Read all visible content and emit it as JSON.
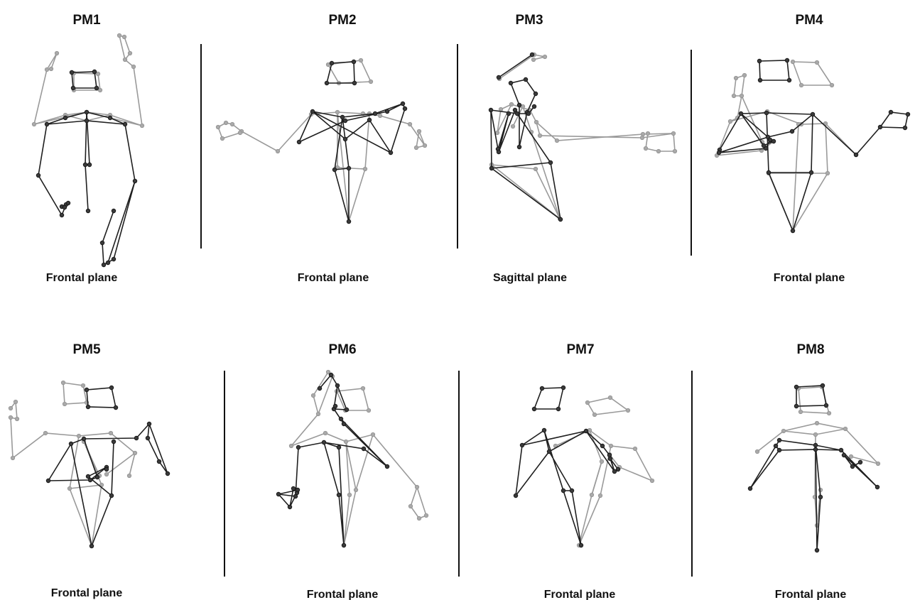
{
  "panels": [
    {
      "id": "pm1",
      "title": "PM1",
      "plane": "Frontal plane"
    },
    {
      "id": "pm2",
      "title": "PM2",
      "plane": "Frontal plane"
    },
    {
      "id": "pm3",
      "title": "PM3",
      "plane": "Sagittal plane"
    },
    {
      "id": "pm4",
      "title": "PM4",
      "plane": "Frontal plane"
    },
    {
      "id": "pm5",
      "title": "PM5",
      "plane": "Frontal plane"
    },
    {
      "id": "pm6",
      "title": "PM6",
      "plane": "Frontal plane"
    },
    {
      "id": "pm7",
      "title": "PM7",
      "plane": "Frontal plane"
    },
    {
      "id": "pm8",
      "title": "PM8",
      "plane": "Frontal plane"
    }
  ],
  "colors": {
    "pose_start": "#9a9a9a",
    "pose_end": "#1f1f1f",
    "separator": "#111111"
  }
}
